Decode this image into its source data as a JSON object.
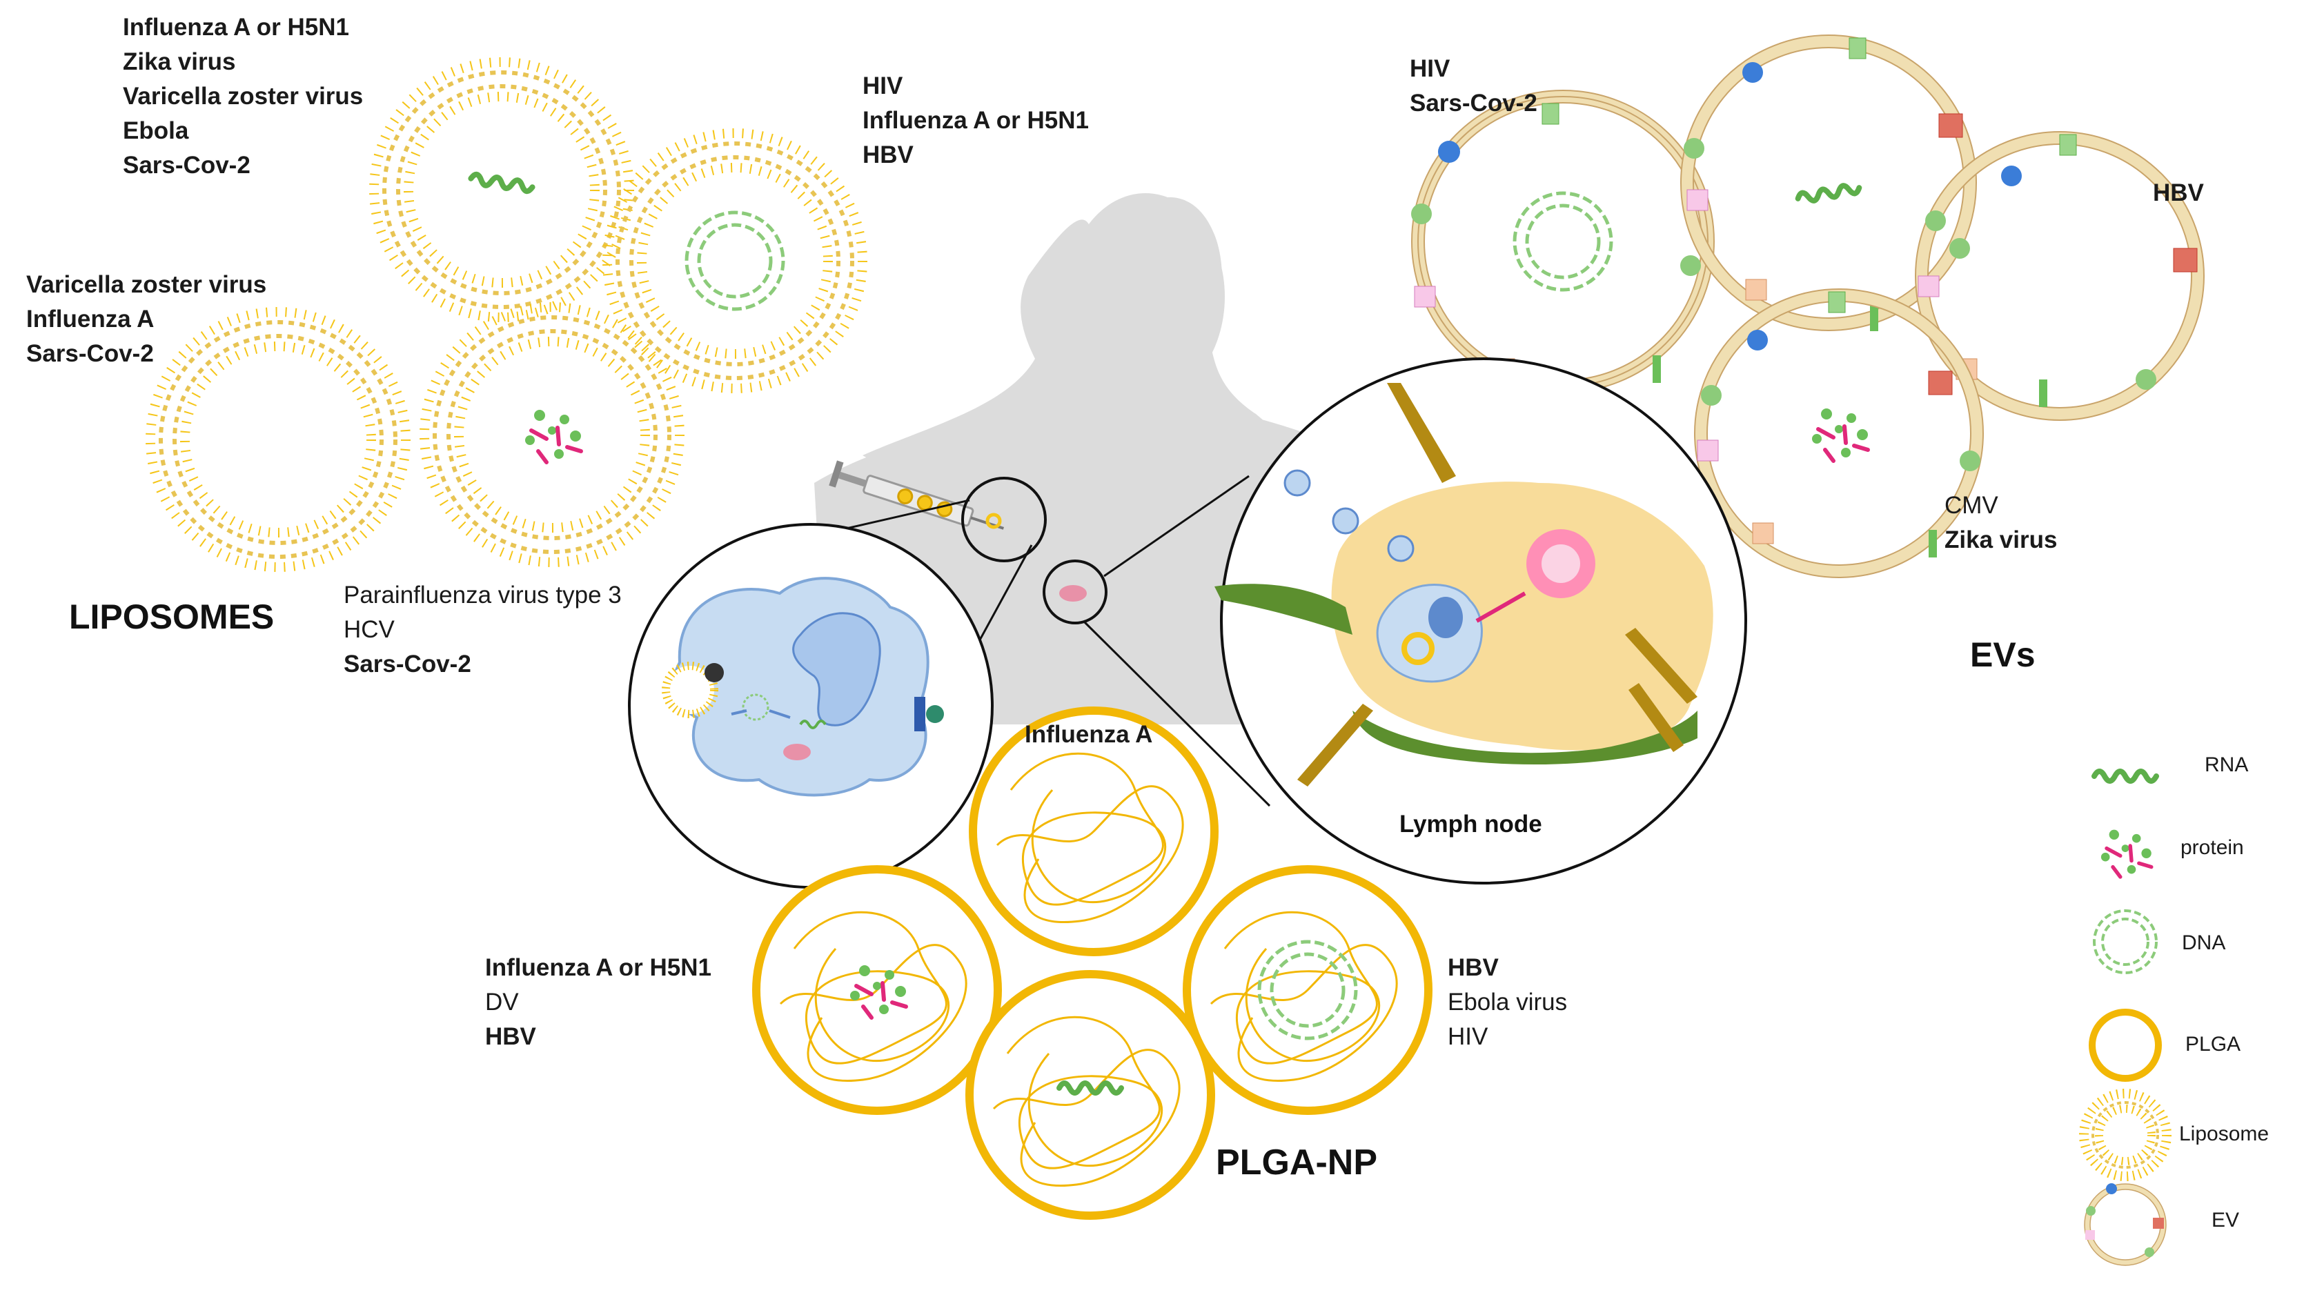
{
  "sections": {
    "liposomes": "LIPOSOMES",
    "evs": "EVs",
    "plga": "PLGA-NP",
    "lymph_node": "Lymph node"
  },
  "liposome_groups": [
    {
      "lines": [
        {
          "text": "Influenza A or H5N1",
          "bold": true
        },
        {
          "text": "Zika virus",
          "bold": true
        },
        {
          "text": "Varicella zoster virus",
          "bold": true
        },
        {
          "text": "Ebola",
          "bold": true
        },
        {
          "text": "Sars-Cov-2",
          "bold": true
        }
      ]
    },
    {
      "lines": [
        {
          "text": "HIV",
          "bold": true
        },
        {
          "text": "Influenza A or H5N1",
          "bold": true
        },
        {
          "text": "HBV",
          "bold": true
        }
      ]
    },
    {
      "lines": [
        {
          "text": "Varicella zoster virus",
          "bold": true
        },
        {
          "text": "Influenza A",
          "bold": true
        },
        {
          "text": "Sars-Cov-2",
          "bold": true
        }
      ]
    },
    {
      "lines": [
        {
          "text": "Parainfluenza virus type 3",
          "bold": false
        },
        {
          "text": "HCV",
          "bold": false
        },
        {
          "text": "Sars-Cov-2",
          "bold": true
        }
      ]
    }
  ],
  "ev_groups": [
    {
      "lines": [
        {
          "text": "HIV",
          "bold": true
        },
        {
          "text": "Sars-Cov-2",
          "bold": true
        }
      ]
    },
    {
      "lines": [
        {
          "text": "HBV",
          "bold": true
        }
      ]
    },
    {
      "lines": [
        {
          "text": "CMV",
          "bold": false
        },
        {
          "text": "Zika virus",
          "bold": true
        }
      ]
    }
  ],
  "plga_groups": [
    {
      "lines": [
        {
          "text": "Influenza A",
          "bold": true
        }
      ]
    },
    {
      "lines": [
        {
          "text": "Influenza A or H5N1",
          "bold": true
        },
        {
          "text": "DV",
          "bold": false
        },
        {
          "text": "HBV",
          "bold": true
        }
      ]
    },
    {
      "lines": [
        {
          "text": "HBV",
          "bold": true
        },
        {
          "text": "Ebola virus",
          "bold": false
        },
        {
          "text": "HIV",
          "bold": false
        }
      ]
    }
  ],
  "legend": [
    {
      "label": "RNA",
      "icon": "rna-icon"
    },
    {
      "label": "protein",
      "icon": "protein-icon"
    },
    {
      "label": "DNA",
      "icon": "dna-icon"
    },
    {
      "label": "PLGA",
      "icon": "plga-icon"
    },
    {
      "label": "Liposome",
      "icon": "liposome-icon"
    },
    {
      "label": "EV",
      "icon": "ev-icon"
    }
  ],
  "colors": {
    "lipid_yellow": "#F5C518",
    "plga_yellow": "#F2B705",
    "ev_membrane": "#F0DFB2",
    "rna_green": "#5DAE4A",
    "dna_green": "#8CCB7A",
    "protein_pink": "#E0287A",
    "silhouette": "#D9D9D9",
    "lymph_yellow": "#F8DC9A",
    "lymph_green": "#5C8F2E",
    "cell_blue": "#BCD5F0"
  }
}
